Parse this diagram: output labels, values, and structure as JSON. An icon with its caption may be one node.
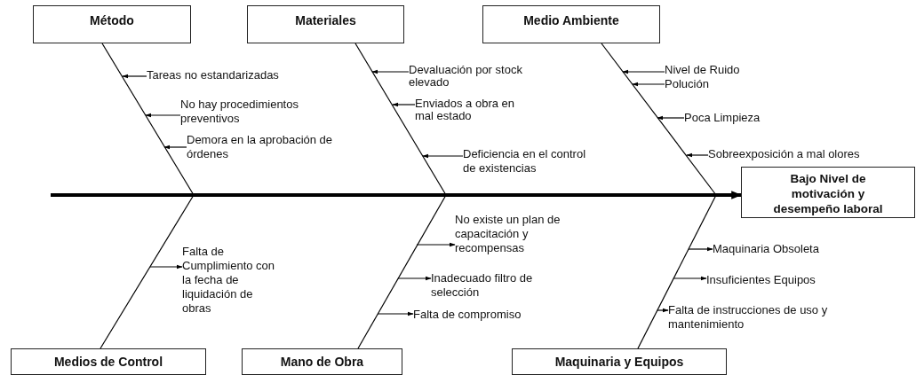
{
  "diagram": {
    "nodes": [
      {
        "text": [
          "Método"
        ]
      },
      {
        "text": [
          "Tareas no estandarizadas"
        ]
      },
      {
        "text": [
          "No hay procedimientos preventivos"
        ]
      },
      {
        "text": [
          "Demora en la aprobación de órdenes"
        ]
      },
      {
        "text": [
          "Materiales"
        ]
      },
      {
        "text": [
          "Devaluación por stock elevado"
        ]
      },
      {
        "text": [
          "Enviados a obra en mal estado"
        ]
      },
      {
        "text": [
          "Deficiencia en el control  de existencias"
        ]
      },
      {
        "text": [
          "Medio Ambiente"
        ]
      },
      {
        "text": [
          "Nivel de Ruido"
        ]
      },
      {
        "text": [
          "Polución"
        ]
      },
      {
        "text": [
          "Poca Limpieza"
        ]
      },
      {
        "text": [
          "Sobreexposición a mal olores"
        ]
      },
      {
        "text": [
          "Bajo Nivel de motivación y desempeño laboral"
        ]
      },
      {
        "text": [
          "Medios de Control"
        ]
      },
      {
        "text": [
          "Falta de Cumplimiento con la fecha de liquidación de obras"
        ]
      },
      {
        "text": [
          "Mano de Obra"
        ]
      },
      {
        "text": [
          "No existe un plan de capacitación y recompensas"
        ]
      },
      {
        "text": [
          "Inadecuado  filtro de selección"
        ]
      },
      {
        "text": [
          "Falta de compromiso"
        ]
      },
      {
        "text": [
          "Maquinaria y Equipos"
        ]
      },
      {
        "text": [
          "Maquinaria Obsoleta"
        ]
      },
      {
        "text": [
          "Insuficientes Equipos"
        ]
      },
      {
        "text": [
          "Falta de instrucciones de uso y mantenimiento"
        ]
      }
    ],
    "edges": [
      {
        "from": null,
        "to": 13,
        "arrow": "to",
        "style": "thick"
      },
      {
        "from": 0,
        "to": null,
        "arrow": "none"
      },
      {
        "from": 4,
        "to": null,
        "arrow": "none"
      },
      {
        "from": 8,
        "to": null,
        "arrow": "none"
      },
      {
        "from": 14,
        "to": null,
        "arrow": "none"
      },
      {
        "from": 16,
        "to": null,
        "arrow": "none"
      },
      {
        "from": 20,
        "to": null,
        "arrow": "none"
      },
      {
        "from": 1,
        "to": null,
        "arrow": "to"
      },
      {
        "from": 2,
        "to": null,
        "arrow": "to"
      },
      {
        "from": 3,
        "to": null,
        "arrow": "to"
      },
      {
        "from": 5,
        "to": null,
        "arrow": "to"
      },
      {
        "from": 6,
        "to": null,
        "arrow": "to"
      },
      {
        "from": 7,
        "to": null,
        "arrow": "to"
      },
      {
        "from": 9,
        "to": null,
        "arrow": "to"
      },
      {
        "from": 10,
        "to": null,
        "arrow": "to"
      },
      {
        "from": 11,
        "to": null,
        "arrow": "to"
      },
      {
        "from": 12,
        "to": null,
        "arrow": "to"
      },
      {
        "from": null,
        "to": 15,
        "arrow": "to"
      },
      {
        "from": null,
        "to": 17,
        "arrow": "to"
      },
      {
        "from": null,
        "to": 18,
        "arrow": "to"
      },
      {
        "from": null,
        "to": 19,
        "arrow": "to"
      },
      {
        "from": null,
        "to": 21,
        "arrow": "to"
      },
      {
        "from": null,
        "to": 22,
        "arrow": "to"
      },
      {
        "from": null,
        "to": 23,
        "arrow": "to"
      }
    ]
  }
}
